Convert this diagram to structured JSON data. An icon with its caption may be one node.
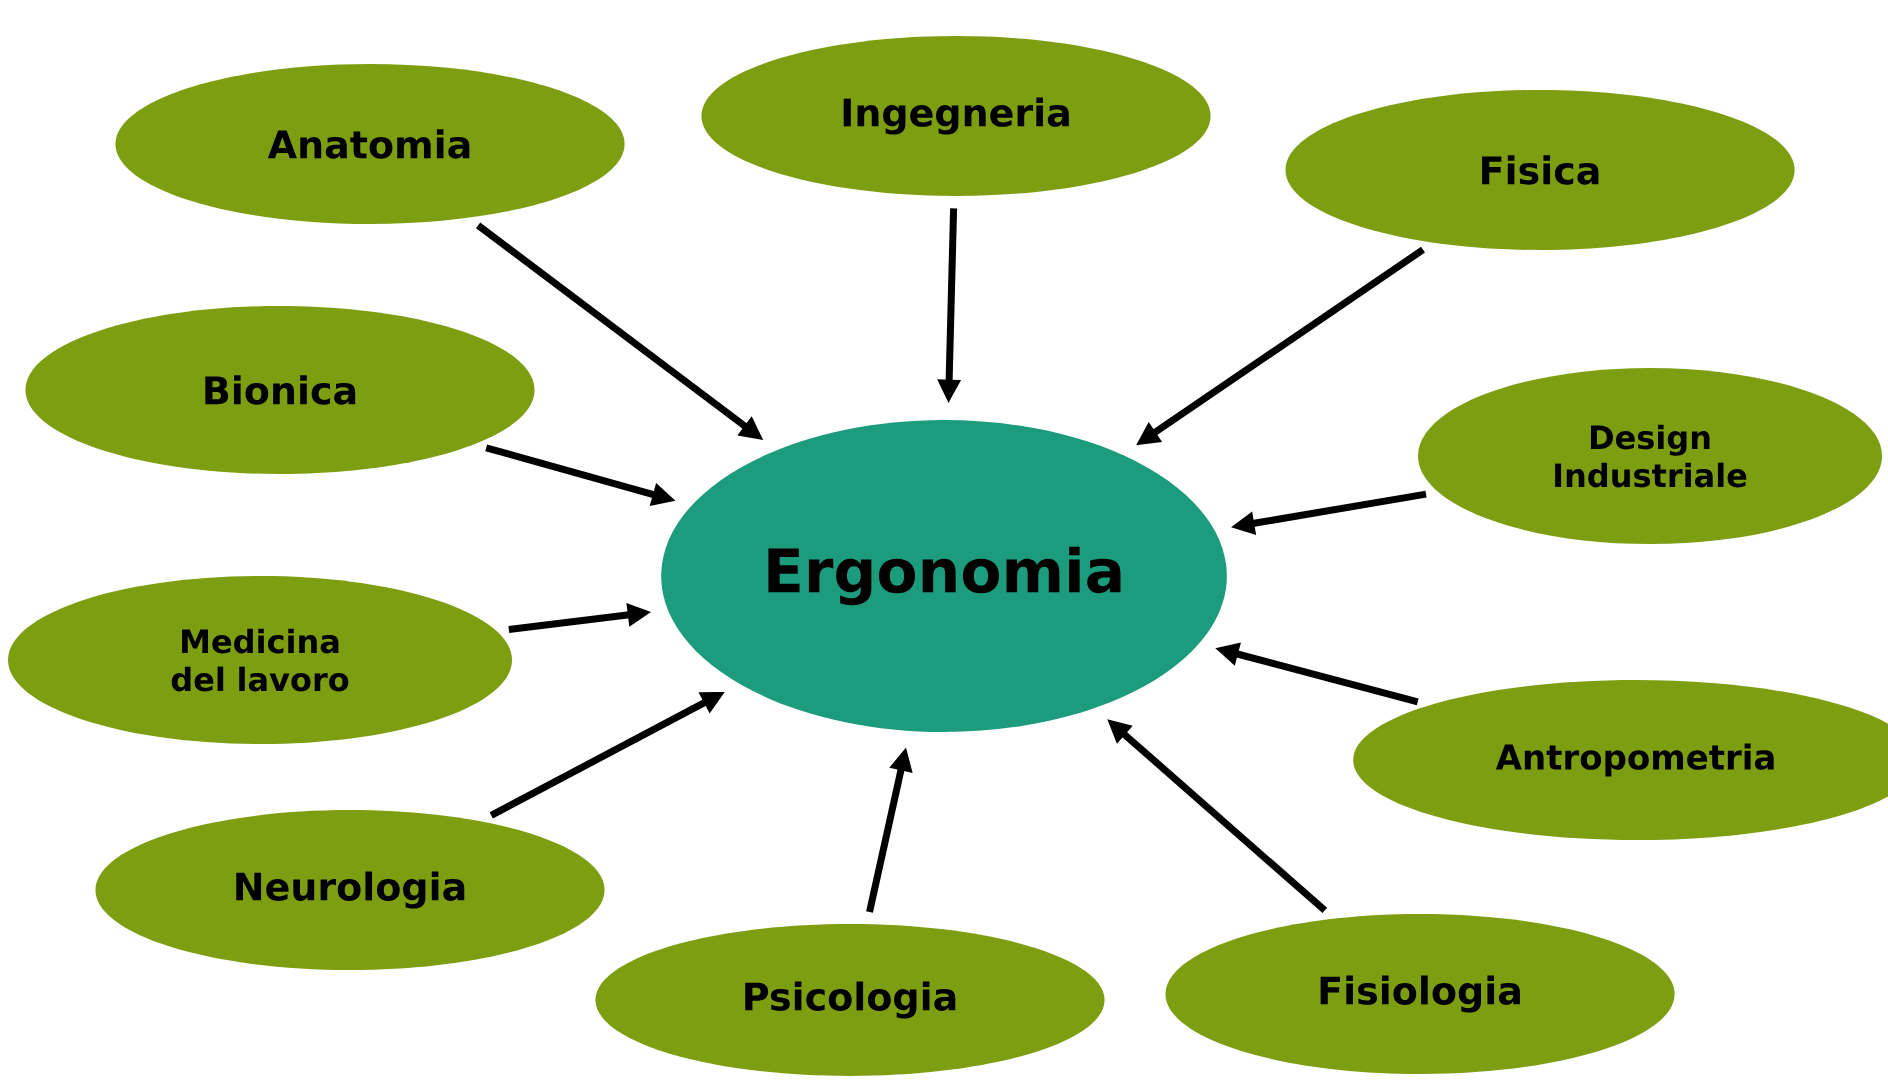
{
  "diagram": {
    "nodes": [
      {
        "text": [
          "Ergonomia"
        ]
      },
      {
        "text": [
          "Anatomia"
        ]
      },
      {
        "text": [
          "Ingegneria"
        ]
      },
      {
        "text": [
          "Fisica"
        ]
      },
      {
        "text": [
          "Bionica"
        ]
      },
      {
        "text": [
          "Design Industriale"
        ]
      },
      {
        "text": [
          "Medicina del lavoro"
        ]
      },
      {
        "text": [
          "Antropometria"
        ]
      },
      {
        "text": [
          "Neurologia"
        ]
      },
      {
        "text": [
          "Psicologia"
        ]
      },
      {
        "text": [
          "Fisiologia"
        ]
      }
    ],
    "edges": [
      {
        "from": 1,
        "to": 0,
        "arrow": "to"
      },
      {
        "from": 2,
        "to": 0,
        "arrow": "to"
      },
      {
        "from": 3,
        "to": 0,
        "arrow": "to"
      },
      {
        "from": 4,
        "to": 0,
        "arrow": "to"
      },
      {
        "from": 5,
        "to": 0,
        "arrow": "to"
      },
      {
        "from": 6,
        "to": 0,
        "arrow": "to"
      },
      {
        "from": 7,
        "to": 0,
        "arrow": "to"
      },
      {
        "from": 8,
        "to": 0,
        "arrow": "to"
      },
      {
        "from": 9,
        "to": 0,
        "arrow": "to"
      },
      {
        "from": 10,
        "to": 0,
        "arrow": "to"
      }
    ]
  }
}
